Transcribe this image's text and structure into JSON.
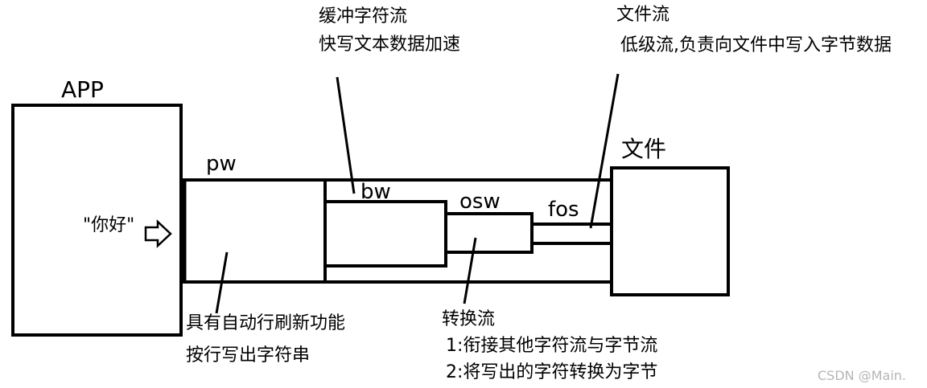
{
  "app": {
    "label": "APP",
    "message": "\"你好\""
  },
  "streams": {
    "pw": {
      "name": "pw",
      "desc": [
        "具有自动行刷新功能",
        "按行写出字符串"
      ]
    },
    "bw": {
      "name": "bw",
      "desc": [
        "缓冲字符流",
        "快写文本数据加速"
      ]
    },
    "osw": {
      "name": "osw",
      "desc": [
        "转换流",
        "1:衔接其他字符流与字节流",
        "2:将写出的字符转换为字节"
      ]
    },
    "fos": {
      "name": "fos",
      "desc": [
        "文件流",
        "低级流,负责向文件中写入字节数据"
      ]
    }
  },
  "file": {
    "label": "文件"
  },
  "watermark": "CSDN @Main."
}
